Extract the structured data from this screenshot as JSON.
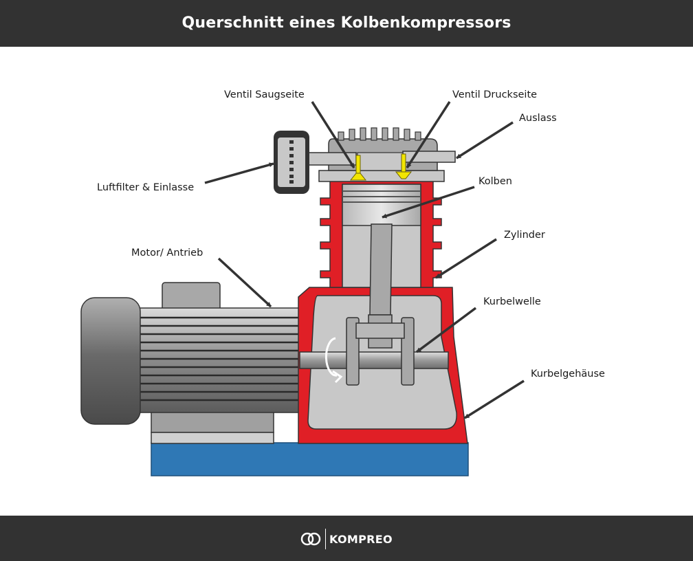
{
  "title": "Querschnitt eines Kolbenkompressors",
  "labels": {
    "ventil_saugseite": "Ventil Saugseite",
    "ventil_druckseite": "Ventil Druckseite",
    "auslass": "Auslass",
    "luftfilter": "Luftfilter & Einlasse",
    "kolben": "Kolben",
    "zylinder": "Zylinder",
    "motor": "Motor/ Antrieb",
    "kurbelwelle": "Kurbelwelle",
    "kurbelgehaeuse": "Kurbelgehäuse"
  },
  "footer": {
    "brand": "KOMPREO",
    "logo_icon": "kompreo-logo-icon"
  },
  "colors": {
    "header_bg": "#323232",
    "housing_red": "#e01f26",
    "valve_yellow": "#f2e500",
    "base_blue": "#2f78b5",
    "metal_grey": "#c8c8c8",
    "arrow": "#333333"
  }
}
